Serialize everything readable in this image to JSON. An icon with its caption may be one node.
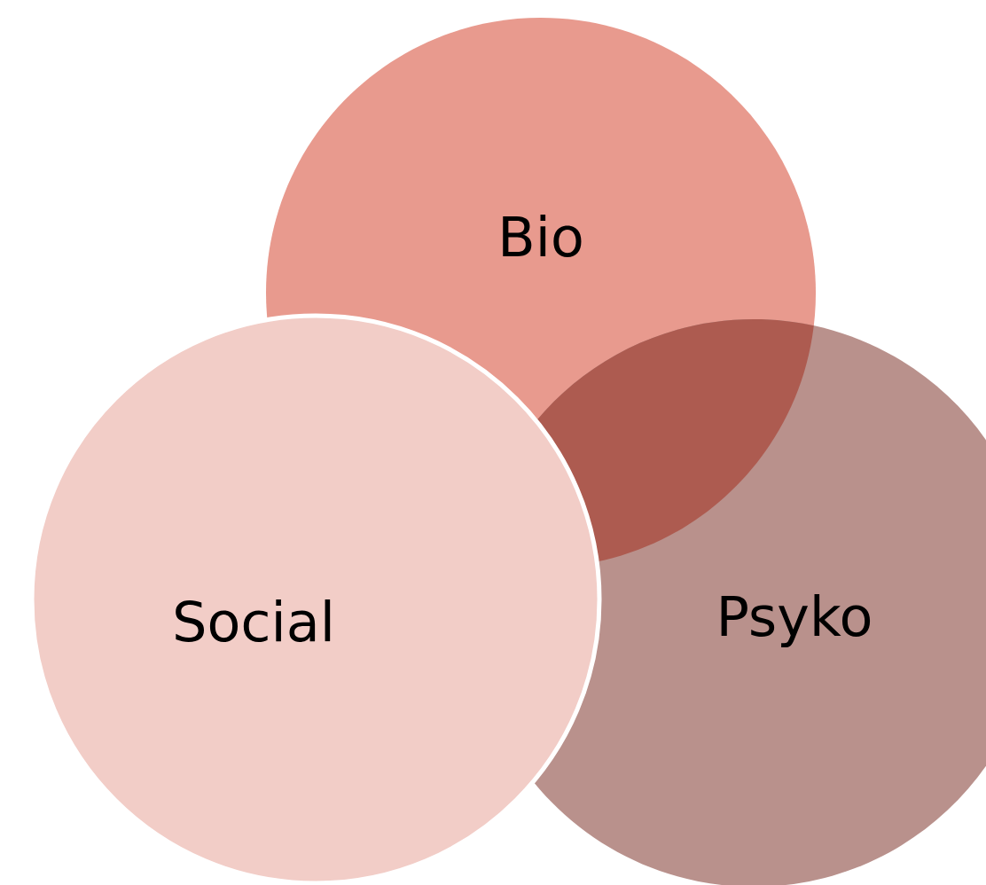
{
  "diagram": {
    "nodes": [
      {
        "text": [
          "Bio"
        ]
      },
      {
        "text": [
          "Social"
        ]
      },
      {
        "text": [
          "Psyko"
        ]
      }
    ]
  }
}
